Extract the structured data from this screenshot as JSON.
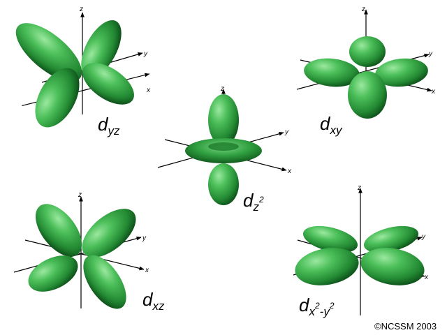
{
  "axis_names": {
    "x": "x",
    "y": "y",
    "z": "z"
  },
  "orbitals": [
    {
      "id": "dyz",
      "main": "d",
      "sub": "yz",
      "sup1": "",
      "dash": "",
      "sub2": "",
      "sup2": ""
    },
    {
      "id": "dxy",
      "main": "d",
      "sub": "xy",
      "sup1": "",
      "dash": "",
      "sub2": "",
      "sup2": ""
    },
    {
      "id": "dz2",
      "main": "d",
      "sub": "z",
      "sup1": "2",
      "dash": "",
      "sub2": "",
      "sup2": ""
    },
    {
      "id": "dxz",
      "main": "d",
      "sub": "xz",
      "sup1": "",
      "dash": "",
      "sub2": "",
      "sup2": ""
    },
    {
      "id": "dx2y2",
      "main": "d",
      "sub": "x",
      "sup1": "2",
      "dash": "-",
      "sub2": "y",
      "sup2": "2"
    }
  ],
  "credit": "©NCSSM 2003",
  "colors": {
    "lobe_light": "#6fd17a",
    "lobe_mid": "#2e9e3e",
    "lobe_dark": "#0f5a1c",
    "axis": "#000000"
  }
}
